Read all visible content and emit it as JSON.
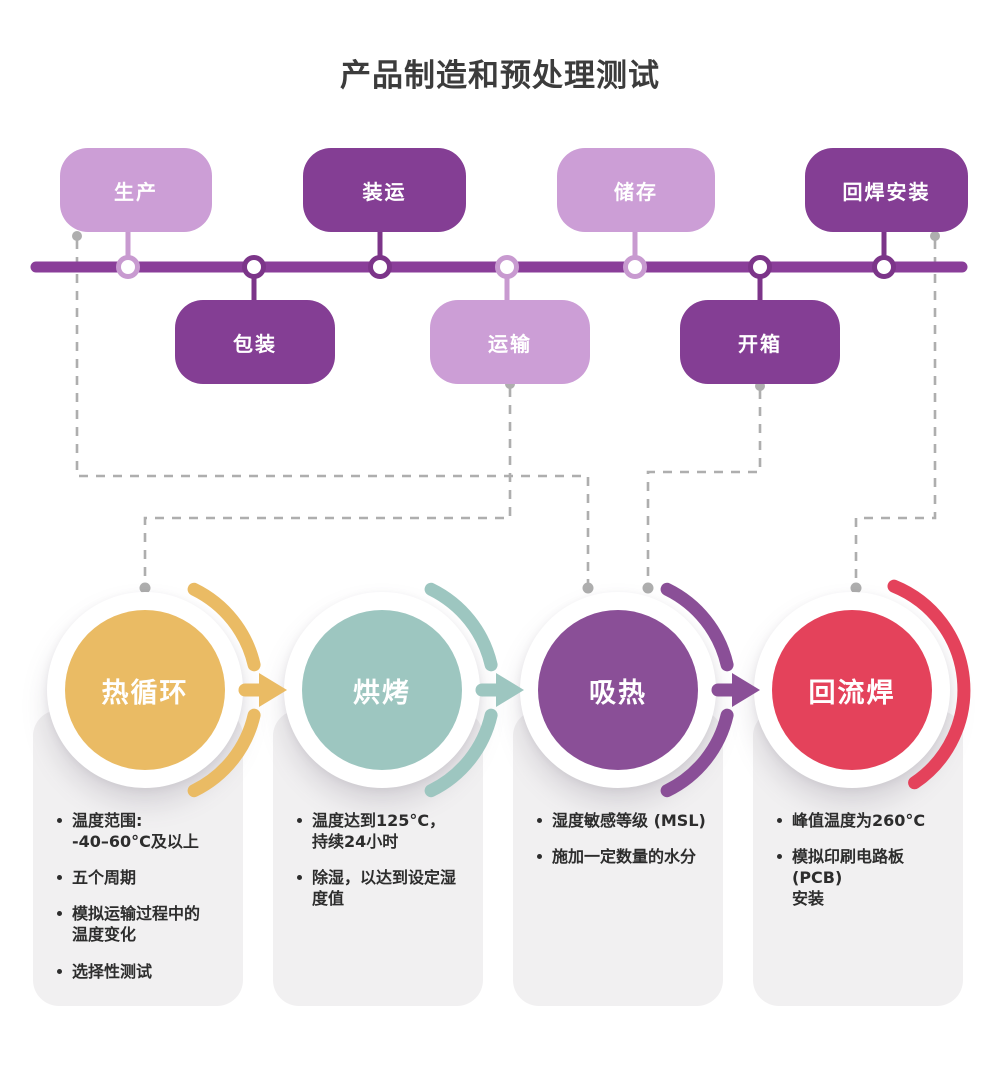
{
  "title": "产品制造和预处理测试",
  "colors": {
    "light_purple_box": "#CC9ED6",
    "dark_purple_box": "#843E94",
    "timeline_bar": "#8A3E99",
    "connector_gray": "#AEAEAE",
    "card_background": "#F1F0F1",
    "thermal_cycling_yellow": "#EABB64",
    "bake_teal": "#9DC6C0",
    "moisture_soak_purple": "#8A4F97",
    "reflow_red": "#E4425B"
  },
  "timeline": {
    "stages": [
      {
        "label": "生产",
        "tone": "light",
        "position": "above"
      },
      {
        "label": "包装",
        "tone": "dark",
        "position": "below"
      },
      {
        "label": "装运",
        "tone": "dark",
        "position": "above"
      },
      {
        "label": "运输",
        "tone": "light",
        "position": "below"
      },
      {
        "label": "储存",
        "tone": "light",
        "position": "above"
      },
      {
        "label": "开箱",
        "tone": "dark",
        "position": "below"
      },
      {
        "label": "回焊安装",
        "tone": "dark",
        "position": "above"
      }
    ]
  },
  "connections": [
    {
      "from": "生产",
      "to": "吸热"
    },
    {
      "from": "运输",
      "to": "热循环"
    },
    {
      "from": "开箱",
      "to": "吸热"
    },
    {
      "from": "回焊安装",
      "to": "回流焊"
    }
  ],
  "processes": [
    {
      "label": "热循环",
      "color": "#EABB64",
      "bullets": [
        "温度范围:\n-40–60°C及以上",
        "五个周期",
        "模拟运输过程中的\n温度变化",
        "选择性测试"
      ]
    },
    {
      "label": "烘烤",
      "color": "#9DC6C0",
      "bullets": [
        "温度达到125°C，\n持续24小时",
        "除湿，以达到设定湿度值"
      ]
    },
    {
      "label": "吸热",
      "color": "#8A4F97",
      "bullets": [
        "湿度敏感等级 (MSL)",
        "施加一定数量的水分"
      ]
    },
    {
      "label": "回流焊",
      "color": "#E4425B",
      "bullets": [
        "峰值温度为260°C",
        "模拟印刷电路板 (PCB)\n安装"
      ]
    }
  ]
}
